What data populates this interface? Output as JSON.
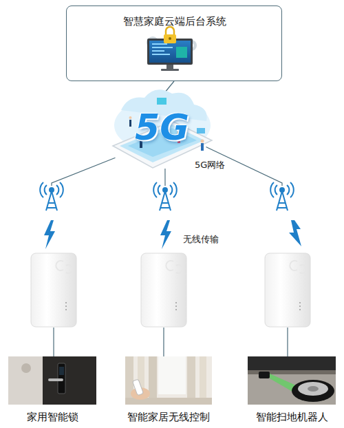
{
  "diagram": {
    "nodes": [
      {
        "text": [
          "智慧家庭云端后台系统"
        ]
      },
      {
        "text": [
          "5G",
          "5G网络"
        ]
      },
      {
        "text": [
          "家用智能锁"
        ]
      },
      {
        "text": [
          "智能家居无线控制"
        ]
      },
      {
        "text": [
          "智能扫地机器人"
        ]
      }
    ],
    "edges": [
      {
        "from": 0,
        "to": 1,
        "arrow": "none"
      },
      {
        "from": 1,
        "to": 2,
        "arrow": "none"
      },
      {
        "from": 1,
        "to": 3,
        "arrow": "none"
      },
      {
        "from": 1,
        "to": 4,
        "arrow": "none"
      }
    ],
    "labels": [
      "无线传输"
    ]
  }
}
